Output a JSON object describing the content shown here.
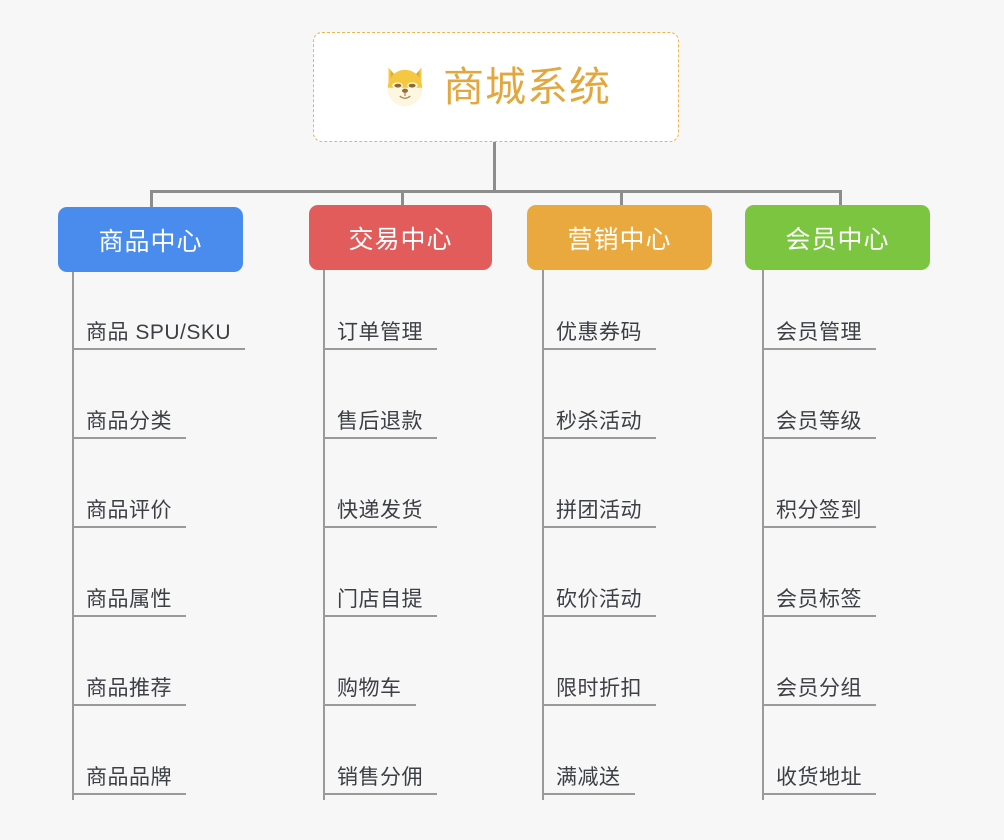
{
  "root": {
    "title": "商城系统",
    "icon": "shiba-dog-face-icon",
    "border_color": "#eeb44a",
    "text_color": "#e2a83e",
    "background": "#ffffff"
  },
  "canvas": {
    "background": "#f7f7f7",
    "connector_color": "#8d8d8d",
    "branch_color": "#9a9a9a"
  },
  "columns": [
    {
      "label": "商品中心",
      "color": "#4a8cee",
      "items": [
        "商品 SPU/SKU",
        "商品分类",
        "商品评价",
        "商品属性",
        "商品推荐",
        "商品品牌"
      ]
    },
    {
      "label": "交易中心",
      "color": "#e35c5c",
      "items": [
        "订单管理",
        "售后退款",
        "快递发货",
        "门店自提",
        "购物车",
        "销售分佣"
      ]
    },
    {
      "label": "营销中心",
      "color": "#e9a93e",
      "items": [
        "优惠券码",
        "秒杀活动",
        "拼团活动",
        "砍价活动",
        "限时折扣",
        "满减送"
      ]
    },
    {
      "label": "会员中心",
      "color": "#7bc540",
      "items": [
        "会员管理",
        "会员等级",
        "积分签到",
        "会员标签",
        "会员分组",
        "收货地址"
      ]
    }
  ]
}
